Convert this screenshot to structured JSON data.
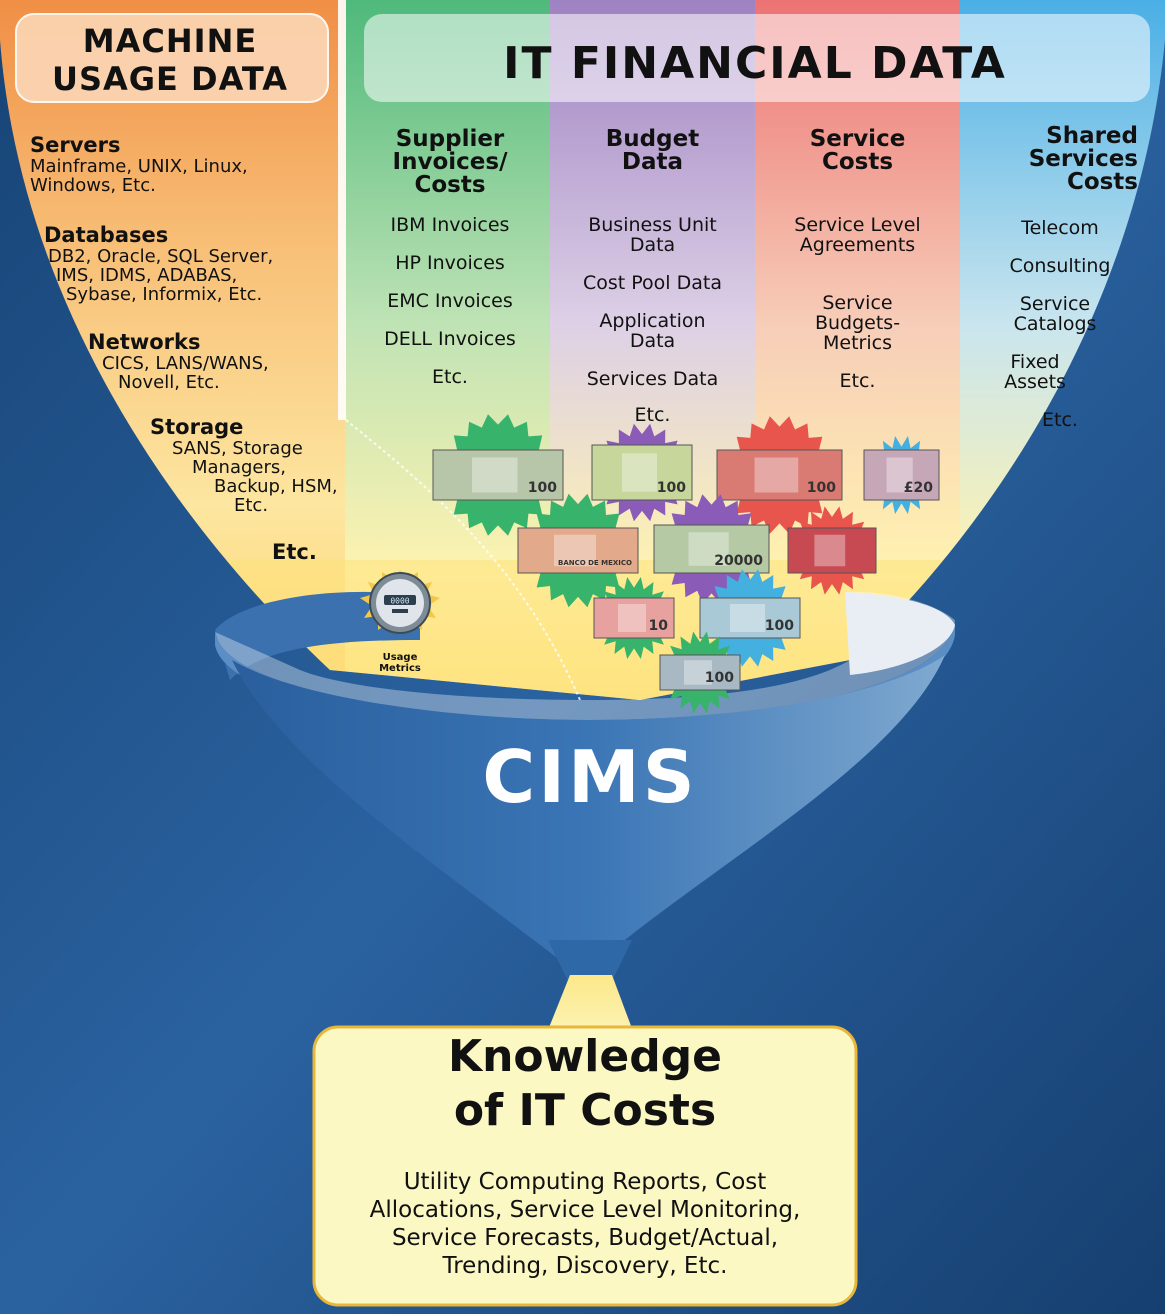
{
  "machine_usage": {
    "header": "MACHINE USAGE DATA",
    "header_line1": "MACHINE",
    "header_line2": "USAGE DATA",
    "sections": [
      {
        "title": "Servers",
        "lines": [
          "Mainframe, UNIX, Linux,",
          "Windows, Etc."
        ]
      },
      {
        "title": "Databases",
        "lines": [
          "DB2, Oracle, SQL Server,",
          "IMS, IDMS, ADABAS,",
          "Sybase, Informix, Etc."
        ]
      },
      {
        "title": "Networks",
        "lines": [
          "CICS, LANS/WANS,",
          "Novell, Etc."
        ]
      },
      {
        "title": "Storage",
        "lines": [
          "SANS, Storage",
          "Managers,",
          "Backup, HSM,",
          "Etc."
        ]
      }
    ],
    "etc": "Etc."
  },
  "it_financial": {
    "header": "IT FINANCIAL DATA",
    "columns": [
      {
        "title": [
          "Supplier",
          "Invoices/",
          "Costs"
        ],
        "items": [
          "IBM Invoices",
          "HP Invoices",
          "EMC Invoices",
          "DELL Invoices",
          "Etc."
        ]
      },
      {
        "title": [
          "Budget",
          "Data"
        ],
        "items": [
          "Business Unit Data",
          "Cost Pool Data",
          "Application Data",
          "Services Data",
          "Etc."
        ]
      },
      {
        "title": [
          "Service",
          "Costs"
        ],
        "items": [
          "Service Level Agreements",
          "Service Budgets- Metrics",
          "Etc."
        ]
      },
      {
        "title": [
          "Shared",
          "Services",
          "Costs"
        ],
        "items": [
          "Telecom",
          "Consulting",
          "Service Catalogs",
          "Fixed Assets",
          "Etc."
        ]
      }
    ]
  },
  "meter": {
    "label_line1": "Usage",
    "label_line2": "Metrics",
    "display": "0000"
  },
  "funnel": {
    "label": "CIMS"
  },
  "output": {
    "title_line1": "Knowledge",
    "title_line2": "of IT Costs",
    "description_lines": [
      "Utility Computing Reports, Cost",
      "Allocations, Service Level Monitoring,",
      "Service Forecasts, Budget/Actual,",
      "Trending, Discovery, Etc."
    ]
  },
  "currency_notes": [
    {
      "name": "us-dollar-note",
      "label": "100"
    },
    {
      "name": "euro-note",
      "label": "100"
    },
    {
      "name": "canadian-dollar-note",
      "label": "100"
    },
    {
      "name": "british-pound-note",
      "label": "£20"
    },
    {
      "name": "mexican-peso-note",
      "label": "BANCO DE MEXICO"
    },
    {
      "name": "venezuelan-note",
      "label": "20000"
    },
    {
      "name": "swiss-franc-note",
      "label": ""
    },
    {
      "name": "singapore-dollar-note",
      "label": "10"
    },
    {
      "name": "brazilian-real-note",
      "label": "100"
    },
    {
      "name": "swedish-krona-note",
      "label": "100"
    }
  ],
  "colors": {
    "orange": "#f39b54",
    "green": "#5bbf82",
    "purple": "#a68ac4",
    "red": "#ee7d7c",
    "blue": "#58b7e8",
    "yellow": "#fff0a0",
    "funnel_blue": "#2f68a6",
    "output_fill": "#fbf8c4",
    "output_border": "#e8b73a"
  }
}
